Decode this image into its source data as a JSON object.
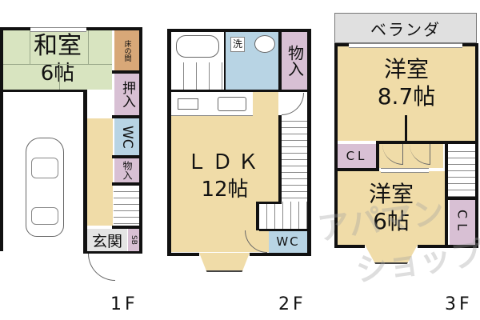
{
  "floors": [
    {
      "label": "1F",
      "rooms": {
        "washitsu": {
          "name": "和室",
          "size": "6帖"
        },
        "tokonoma": {
          "name": "床の間"
        },
        "oshiire": {
          "name": "押入"
        },
        "wc": {
          "name": "WC"
        },
        "storage": {
          "name": "物入"
        },
        "entrance": {
          "name": "玄関"
        },
        "shoebox": {
          "name": "SB"
        }
      },
      "parking": "car"
    },
    {
      "label": "2F",
      "rooms": {
        "ldk": {
          "name": "ＬＤＫ",
          "size": "12帖"
        },
        "laundry": {
          "name": "洗"
        },
        "storage": {
          "name": "物入"
        },
        "wc": {
          "name": "WC"
        }
      }
    },
    {
      "label": "3F",
      "rooms": {
        "veranda": {
          "name": "ベランダ"
        },
        "western1": {
          "name": "洋室",
          "size": "8.7帖"
        },
        "closet1": {
          "name": "CL"
        },
        "western2": {
          "name": "洋室",
          "size": "6帖"
        },
        "closet2": {
          "name": "CL"
        }
      }
    }
  ],
  "watermark": {
    "line1": "アパマン",
    "line2": "ショップ"
  },
  "colors": {
    "tatami": "#d8e4c0",
    "wood": "#f0dca8",
    "wet": "#b8d4e4",
    "storage": "#d8c0d4",
    "tokonoma": "#d8a878",
    "entrance": "#e4e4e4",
    "veranda": "#e0e0e0",
    "wall": "#111111"
  }
}
